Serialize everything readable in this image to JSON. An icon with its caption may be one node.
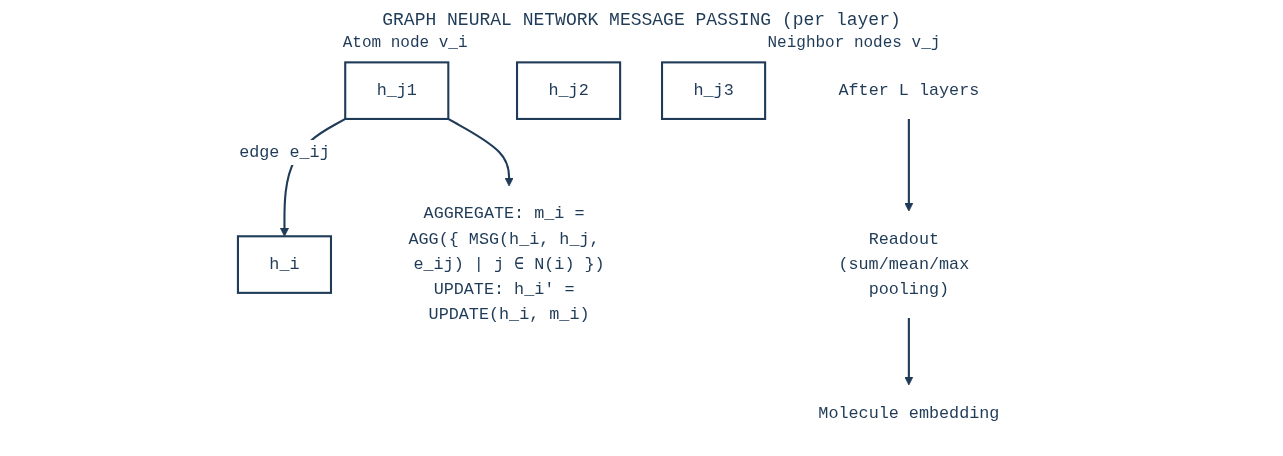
{
  "diagram": {
    "title": "GRAPH NEURAL NETWORK MESSAGE PASSING (per layer)",
    "nodes": [
      {
        "text": [
          "h_i"
        ]
      },
      {
        "text": [
          "h_j1"
        ]
      },
      {
        "text": [
          "h_j2"
        ]
      },
      {
        "text": [
          "h_j3"
        ]
      },
      {
        "text": [
          "AGGREGATE: m_i = AGG({ MSG(h_i, h_j, e_ij) | j ∈ N(i) })",
          "UPDATE: h_i' = UPDATE(h_i, m_i)"
        ]
      },
      {
        "text": [
          "After L layers"
        ]
      },
      {
        "text": [
          "Readout (sum/mean/max pooling)"
        ]
      },
      {
        "text": [
          "Molecule embedding"
        ]
      }
    ],
    "edges": [
      {
        "from": 1,
        "to": 0,
        "arrow": "to",
        "label": "edge e_ij"
      },
      {
        "from": 1,
        "to": 4,
        "arrow": "to"
      },
      {
        "from": 5,
        "to": 6,
        "arrow": "to"
      },
      {
        "from": 6,
        "to": 7,
        "arrow": "to"
      }
    ],
    "labels": [
      "Atom node v_i",
      "Neighbor nodes v_j"
    ]
  }
}
